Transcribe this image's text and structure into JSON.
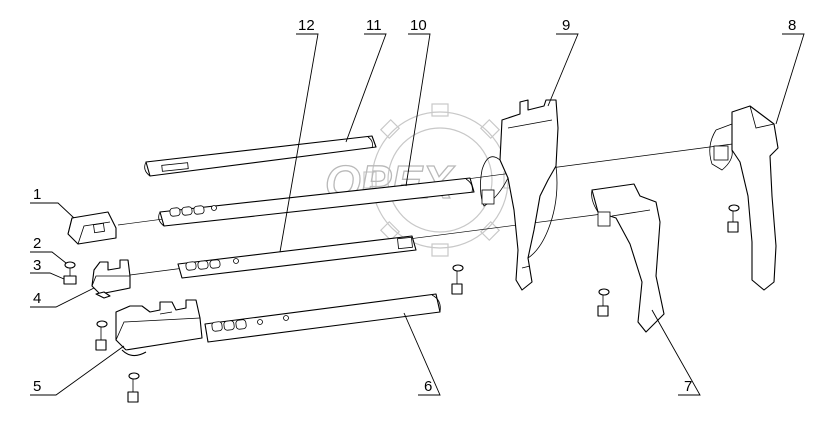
{
  "watermark": {
    "text": "OPEX"
  },
  "callouts": [
    {
      "id": "1",
      "label": "1"
    },
    {
      "id": "2",
      "label": "2"
    },
    {
      "id": "3",
      "label": "3"
    },
    {
      "id": "4",
      "label": "4"
    },
    {
      "id": "5",
      "label": "5"
    },
    {
      "id": "6",
      "label": "6"
    },
    {
      "id": "7",
      "label": "7"
    },
    {
      "id": "8",
      "label": "8"
    },
    {
      "id": "9",
      "label": "9"
    },
    {
      "id": "10",
      "label": "10"
    },
    {
      "id": "11",
      "label": "11"
    },
    {
      "id": "12",
      "label": "12"
    }
  ],
  "colors": {
    "line": "#000000",
    "watermark": "#bbbbbb",
    "background": "#ffffff"
  }
}
